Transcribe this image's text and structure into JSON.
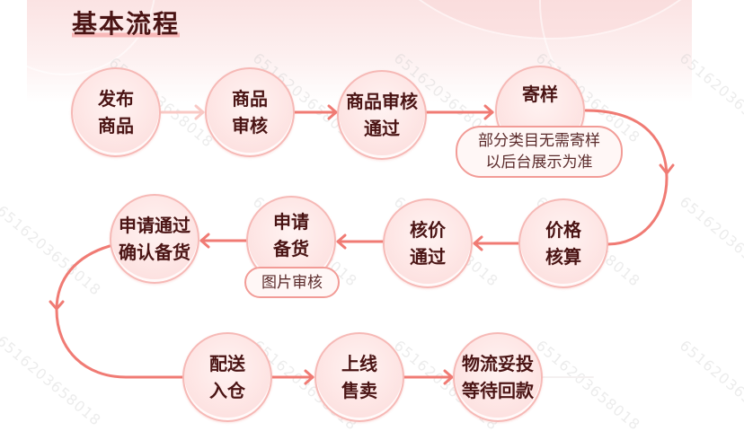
{
  "title": "基本流程",
  "colors": {
    "accent": "#f07b74",
    "accent_light": "#f9c3bf",
    "node_fill": "#fde2e1",
    "node_border": "#f6b9b6",
    "text": "#4a1414"
  },
  "watermark": "6516203658018",
  "steps": [
    {
      "id": "publish",
      "lines": [
        "发布",
        "商品"
      ]
    },
    {
      "id": "product-review",
      "lines": [
        "商品",
        "审核"
      ]
    },
    {
      "id": "review-passed",
      "lines": [
        "商品审核",
        "通过"
      ]
    },
    {
      "id": "send-sample",
      "lines": [
        "寄样"
      ],
      "note": [
        "部分类目无需寄样",
        "以后台展示为准"
      ]
    },
    {
      "id": "price-calc",
      "lines": [
        "价格",
        "核算"
      ]
    },
    {
      "id": "price-approved",
      "lines": [
        "核价",
        "通过"
      ]
    },
    {
      "id": "apply-stock",
      "lines": [
        "申请",
        "备货"
      ],
      "note": [
        "图片审核"
      ]
    },
    {
      "id": "confirm-stock",
      "lines": [
        "申请通过",
        "确认备货"
      ]
    },
    {
      "id": "warehouse",
      "lines": [
        "配送",
        "入仓"
      ]
    },
    {
      "id": "go-live",
      "lines": [
        "上线",
        "售卖"
      ]
    },
    {
      "id": "delivered",
      "lines": [
        "物流妥投",
        "等待回款"
      ]
    }
  ]
}
